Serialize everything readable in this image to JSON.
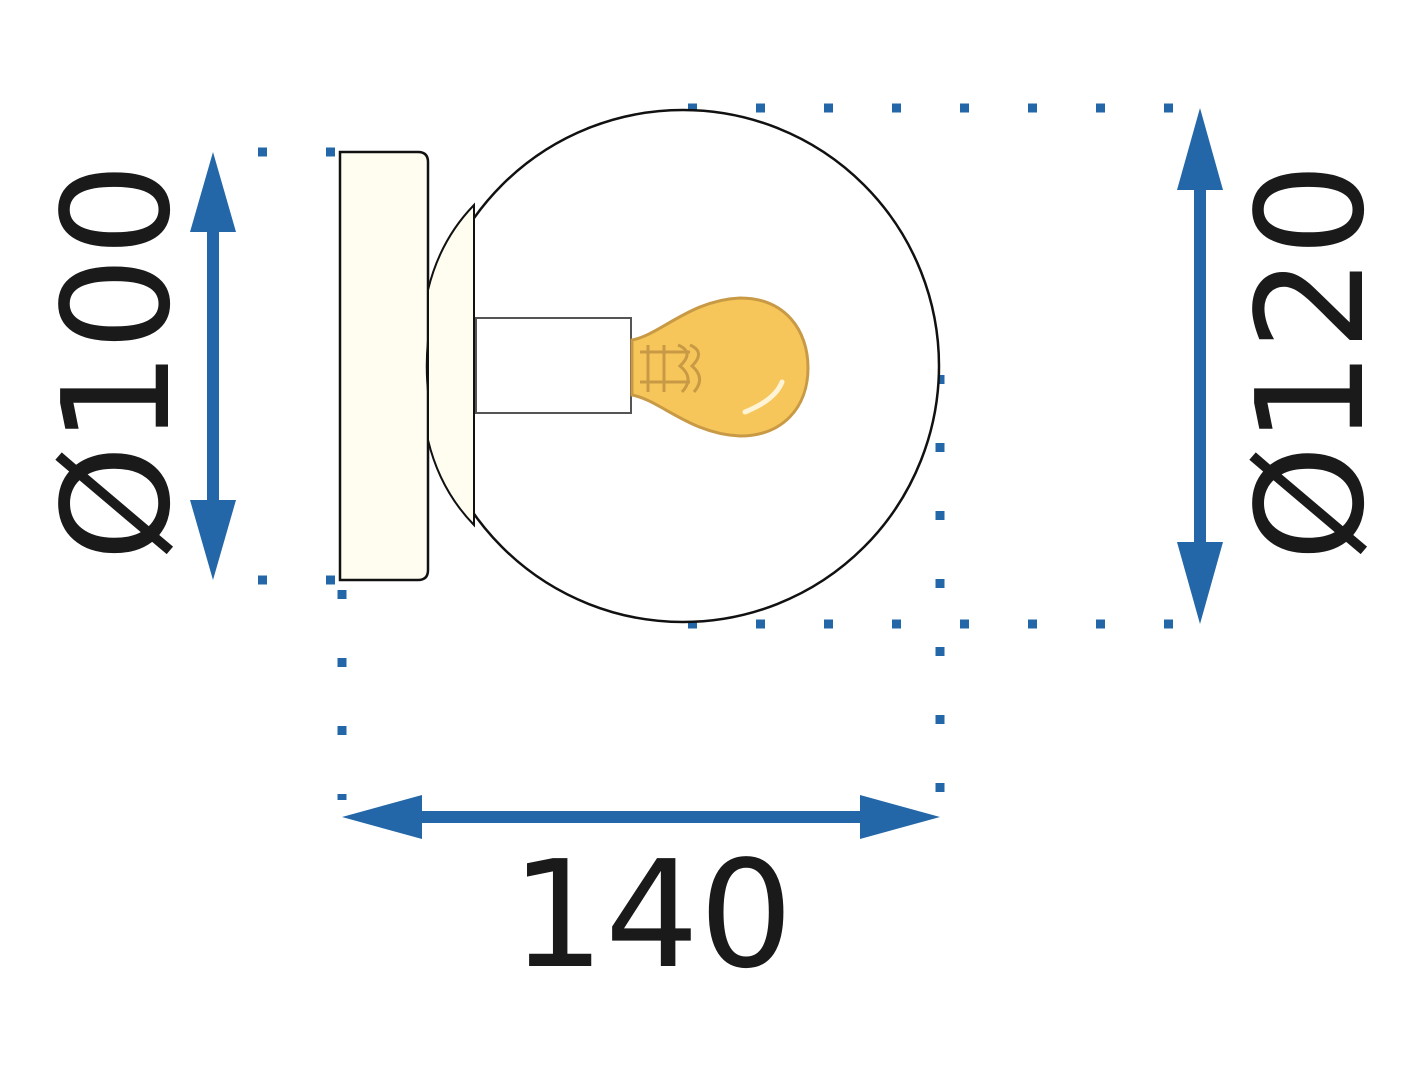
{
  "dimensions": {
    "backplate_diameter": "Ø100",
    "globe_diameter": "Ø120",
    "depth": "140"
  },
  "colors": {
    "arrow": "#2367a8",
    "outline": "#111111",
    "backplate_fill": "#fffdf0",
    "bulb_fill": "#f6c65a",
    "bulb_stroke": "#c99a45"
  }
}
